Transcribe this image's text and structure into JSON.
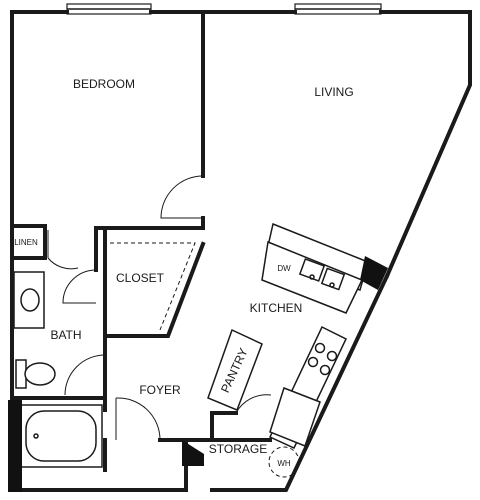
{
  "rooms": {
    "bedroom": "BEDROOM",
    "living": "LIVING",
    "linen": "LINEN",
    "closet": "CLOSET",
    "kitchen": "KITCHEN",
    "bath": "BATH",
    "pantry": "PANTRY",
    "foyer": "FOYER",
    "storage": "STORAGE"
  },
  "fixtures": {
    "dishwasher": "DW",
    "water_heater": "WH"
  }
}
